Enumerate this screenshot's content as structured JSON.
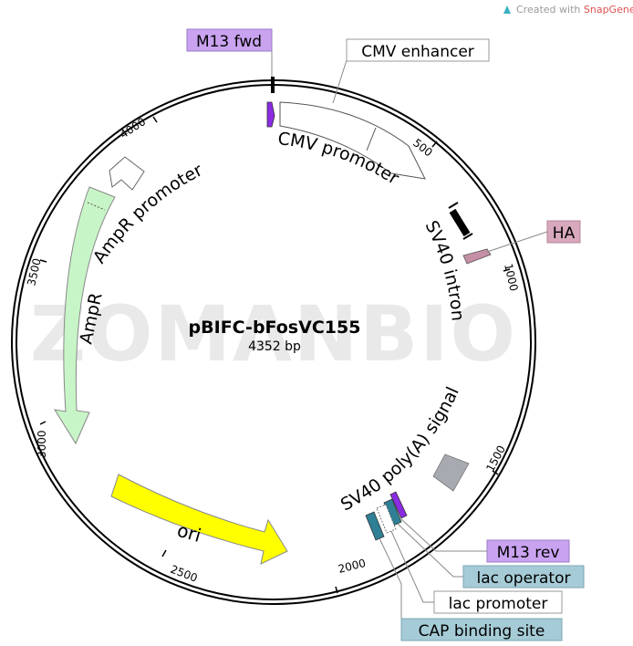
{
  "header": {
    "created_with": "Created with ",
    "brand": "SnapGene",
    "brand_mark": "®"
  },
  "watermark": "ZOMANBIO",
  "plasmid": {
    "name": "pBIFC-bFosVC155",
    "length_label": "4352 bp",
    "total_bp": 4352
  },
  "ticks": [
    {
      "label": "500",
      "bp": 500
    },
    {
      "label": "1000",
      "bp": 1000
    },
    {
      "label": "1500",
      "bp": 1500
    },
    {
      "label": "2000",
      "bp": 2000
    },
    {
      "label": "2500",
      "bp": 2500
    },
    {
      "label": "3000",
      "bp": 3000
    },
    {
      "label": "3500",
      "bp": 3500
    },
    {
      "label": "4000",
      "bp": 4000
    }
  ],
  "features": {
    "cmv_promoter": "CMV promoter",
    "sv40_intron": "SV40 intron",
    "sv40_polya": "SV40 poly(A) signal",
    "ori": "ori",
    "ampr": "AmpR",
    "ampr_promoter": "AmpR promoter"
  },
  "callouts": {
    "m13_fwd": "M13 fwd",
    "cmv_enhancer": "CMV enhancer",
    "ha": "HA",
    "m13_rev": "M13 rev",
    "lac_operator": "lac operator",
    "lac_promoter": "lac promoter",
    "cap_binding_site": "CAP binding site"
  },
  "colors": {
    "primer": "#c9a3f0",
    "primer_feature": "#8a2be2",
    "ha": "#d8a8bd",
    "ha_feature": "#c58fa6",
    "regulatory": "#a5cbd6",
    "regulatory_feature": "#2f7f95",
    "ori": "#ffff00",
    "ampr": "#c8f5c8",
    "polya": "#a7aab0"
  }
}
